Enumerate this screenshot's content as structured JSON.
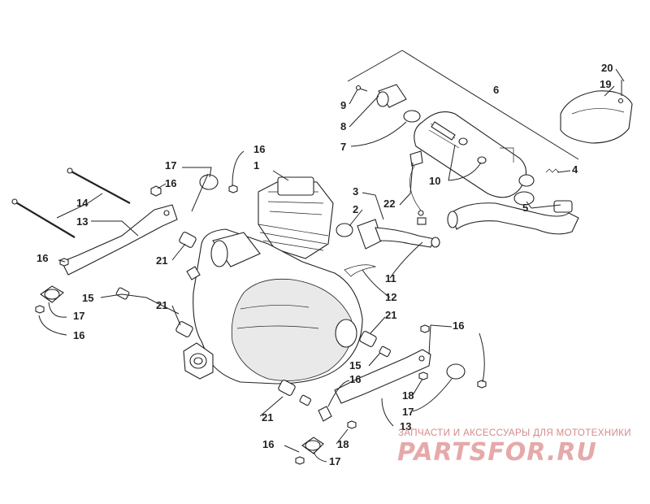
{
  "callouts": [
    {
      "id": "c20",
      "text": "20"
    },
    {
      "id": "c19",
      "text": "19"
    },
    {
      "id": "c6",
      "text": "6"
    },
    {
      "id": "c9",
      "text": "9"
    },
    {
      "id": "c8",
      "text": "8"
    },
    {
      "id": "c7",
      "text": "7"
    },
    {
      "id": "c10",
      "text": "10"
    },
    {
      "id": "c4",
      "text": "4"
    },
    {
      "id": "c5",
      "text": "5"
    },
    {
      "id": "c3",
      "text": "3"
    },
    {
      "id": "c2",
      "text": "2"
    },
    {
      "id": "c22",
      "text": "22"
    },
    {
      "id": "c11",
      "text": "11"
    },
    {
      "id": "c12",
      "text": "12"
    },
    {
      "id": "c1",
      "text": "1"
    },
    {
      "id": "c16a",
      "text": "16"
    },
    {
      "id": "c17a",
      "text": "17"
    },
    {
      "id": "c16b",
      "text": "16"
    },
    {
      "id": "c14",
      "text": "14"
    },
    {
      "id": "c13a",
      "text": "13"
    },
    {
      "id": "c16c",
      "text": "16"
    },
    {
      "id": "c21a",
      "text": "21"
    },
    {
      "id": "c15a",
      "text": "15"
    },
    {
      "id": "c17b",
      "text": "17"
    },
    {
      "id": "c16d",
      "text": "16"
    },
    {
      "id": "c21b",
      "text": "21"
    },
    {
      "id": "c21c",
      "text": "21"
    },
    {
      "id": "c16e",
      "text": "16"
    },
    {
      "id": "c15b",
      "text": "15"
    },
    {
      "id": "c16f",
      "text": "16"
    },
    {
      "id": "c18a",
      "text": "18"
    },
    {
      "id": "c17c",
      "text": "17"
    },
    {
      "id": "c21d",
      "text": "21"
    },
    {
      "id": "c13b",
      "text": "13"
    },
    {
      "id": "c18b",
      "text": "18"
    },
    {
      "id": "c16g",
      "text": "16"
    },
    {
      "id": "c17d",
      "text": "17"
    }
  ],
  "watermark": {
    "tagline": "ЗАПЧАСТИ И АКСЕССУАРЫ ДЛЯ МОТОТЕХНИКИ",
    "logo": "PARTSFOR.RU"
  }
}
